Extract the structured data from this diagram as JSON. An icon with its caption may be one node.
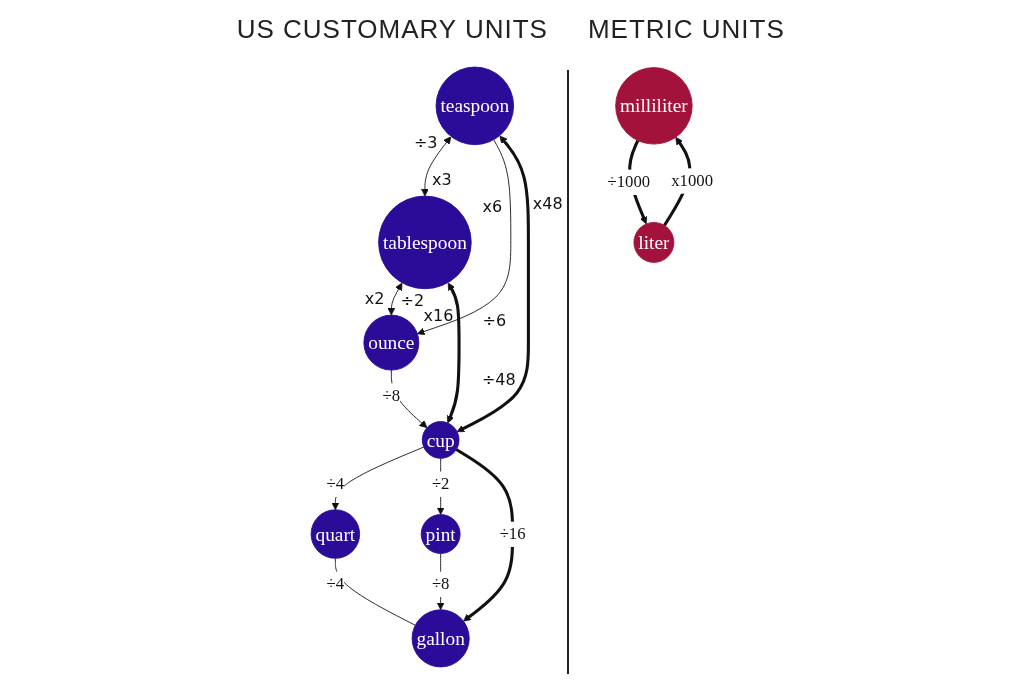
{
  "diagram": {
    "nodes": [
      {
        "text": [
          "teaspoon"
        ]
      },
      {
        "text": [
          "tablespoon"
        ]
      },
      {
        "text": [
          "ounce"
        ]
      },
      {
        "text": [
          "cup"
        ]
      },
      {
        "text": [
          "pint"
        ]
      },
      {
        "text": [
          "quart"
        ]
      },
      {
        "text": [
          "gallon"
        ]
      },
      {
        "text": [
          "milliliter"
        ]
      },
      {
        "text": [
          "liter"
        ]
      }
    ],
    "edges": [
      {
        "from": 0,
        "to": 1,
        "arrow": "both"
      },
      {
        "from": 0,
        "to": 2,
        "arrow": "to"
      },
      {
        "from": 1,
        "to": 2,
        "arrow": "both"
      },
      {
        "from": 0,
        "to": 3,
        "arrow": "both",
        "style": "thick"
      },
      {
        "from": 1,
        "to": 3,
        "arrow": "both",
        "style": "thick"
      },
      {
        "from": 2,
        "to": 3,
        "arrow": "to",
        "label": "÷8"
      },
      {
        "from": 3,
        "to": 5,
        "arrow": "to",
        "label": "÷4"
      },
      {
        "from": 3,
        "to": 4,
        "arrow": "to",
        "label": "÷2"
      },
      {
        "from": 3,
        "to": 6,
        "arrow": "to",
        "label": "÷16",
        "style": "thick"
      },
      {
        "from": 4,
        "to": 6,
        "arrow": "to",
        "label": "÷8"
      },
      {
        "from": 5,
        "to": 6,
        "arrow": "none",
        "label": "÷4"
      },
      {
        "from": 8,
        "to": 7,
        "arrow": "to",
        "label": "x1000",
        "style": "thick"
      },
      {
        "from": 7,
        "to": 8,
        "arrow": "to",
        "label": "÷1000",
        "style": "thick"
      }
    ],
    "labels": [
      "US CUSTOMARY UNITS",
      "METRIC UNITS",
      "x3",
      "x48",
      "÷3",
      "x16",
      "x6",
      "÷2",
      "x2",
      "÷6",
      "÷48"
    ]
  }
}
